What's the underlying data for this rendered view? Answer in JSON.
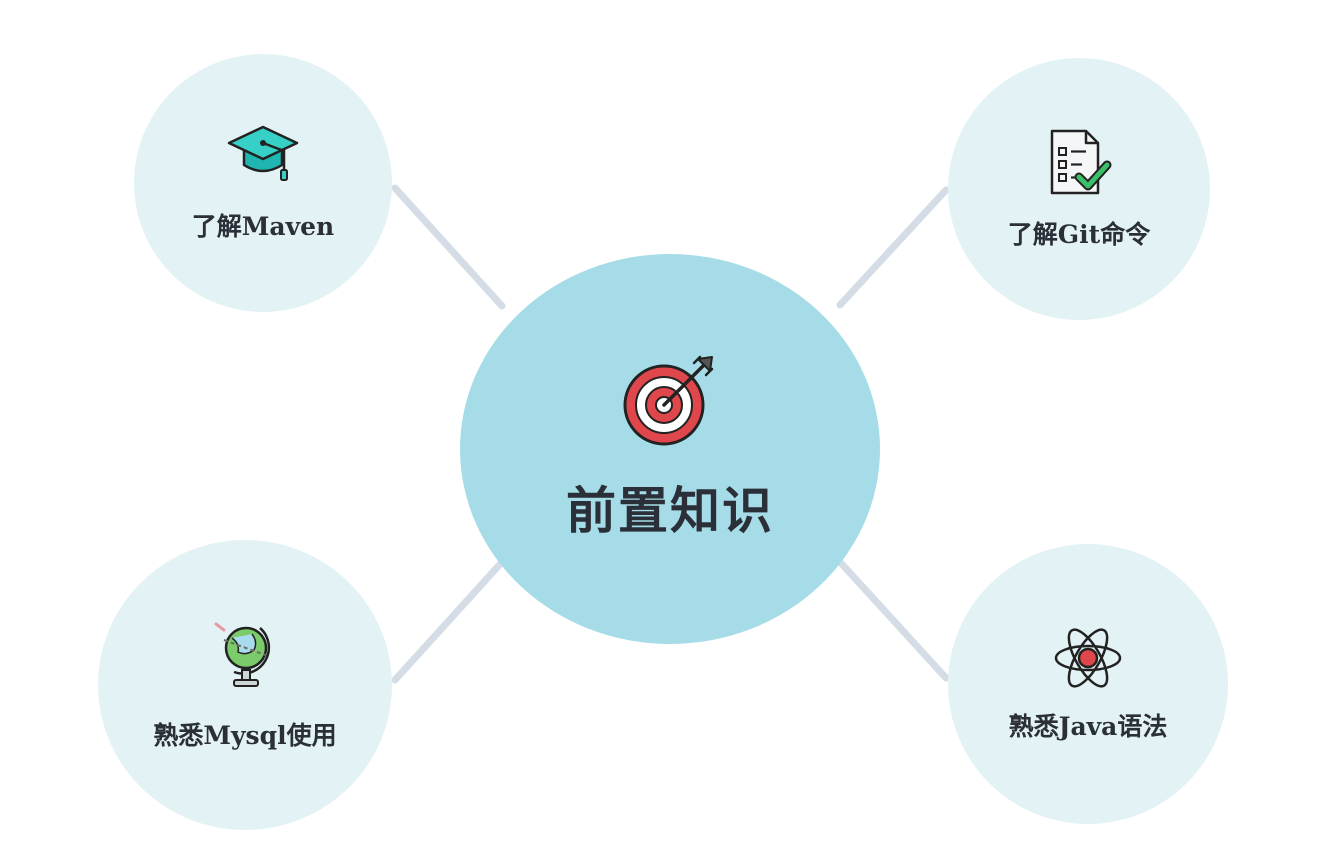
{
  "center": {
    "title": "前置知识",
    "icon": "target-icon"
  },
  "nodes": [
    {
      "label": "了解Maven",
      "icon": "graduation-cap-icon",
      "position": "top-left"
    },
    {
      "label": "了解Git命令",
      "icon": "checklist-icon",
      "position": "top-right"
    },
    {
      "label": "熟悉Mysql使用",
      "icon": "globe-icon",
      "position": "bottom-left"
    },
    {
      "label": "熟悉Java语法",
      "icon": "atom-icon",
      "position": "bottom-right"
    }
  ],
  "colors": {
    "center_fill": "#a5dce8",
    "node_fill": "#e3f3f5",
    "connector": "#d4dde6",
    "text": "#2b2f38"
  }
}
